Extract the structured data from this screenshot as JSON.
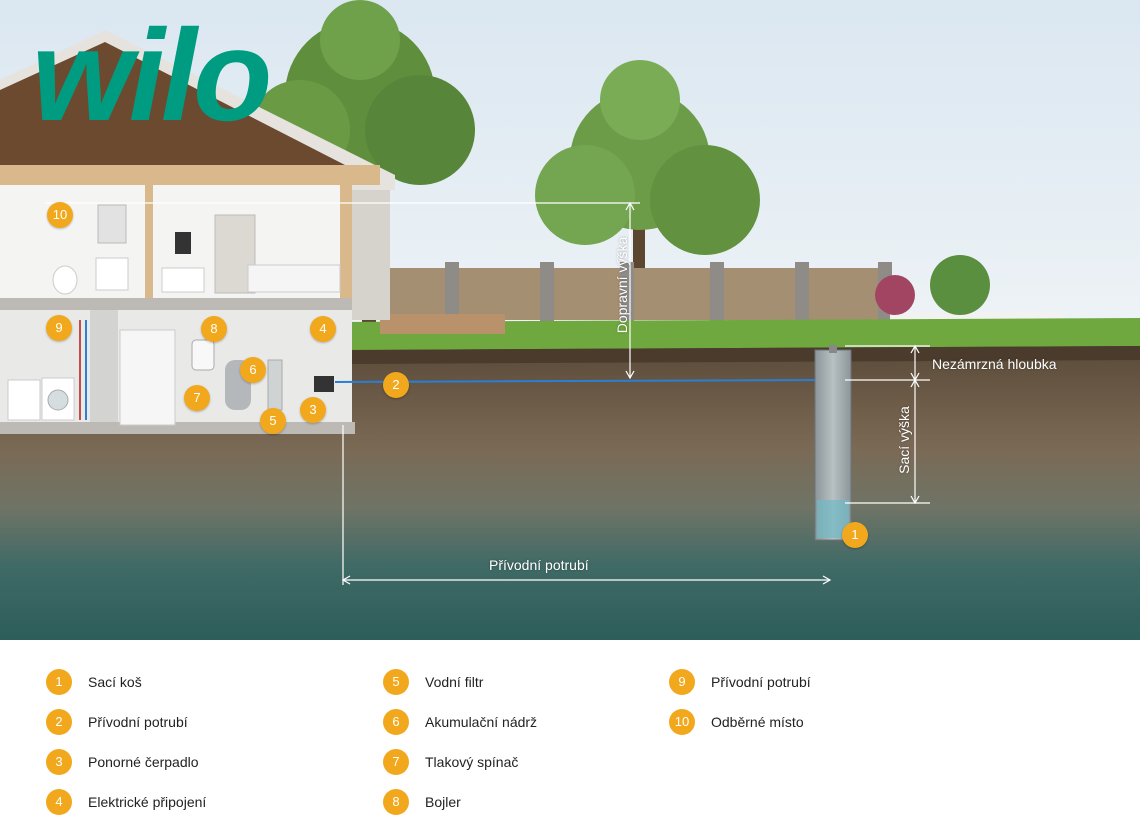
{
  "brand": {
    "logo_text": "wilo",
    "color": "#009c82"
  },
  "colors": {
    "marker": "#f2a81d",
    "pipe": "#2a7fd4"
  },
  "scene": {
    "markers": [
      "1",
      "2",
      "3",
      "4",
      "5",
      "6",
      "7",
      "8",
      "9",
      "10"
    ],
    "dimensions": {
      "delivery_height": "Dopravní výška",
      "frost_depth": "Nezámrzná hloubka",
      "suction_height": "Sací výška",
      "supply_pipe": "Přívodní potrubí"
    }
  },
  "legend": [
    {
      "num": "1",
      "label": "Sací koš"
    },
    {
      "num": "2",
      "label": "Přívodní potrubí"
    },
    {
      "num": "3",
      "label": "Ponorné čerpadlo"
    },
    {
      "num": "4",
      "label": "Elektrické připojení"
    },
    {
      "num": "5",
      "label": "Vodní filtr"
    },
    {
      "num": "6",
      "label": "Akumulační nádrž"
    },
    {
      "num": "7",
      "label": "Tlakový spínač"
    },
    {
      "num": "8",
      "label": "Bojler"
    },
    {
      "num": "9",
      "label": "Přívodní potrubí"
    },
    {
      "num": "10",
      "label": "Odběrné místo"
    }
  ]
}
